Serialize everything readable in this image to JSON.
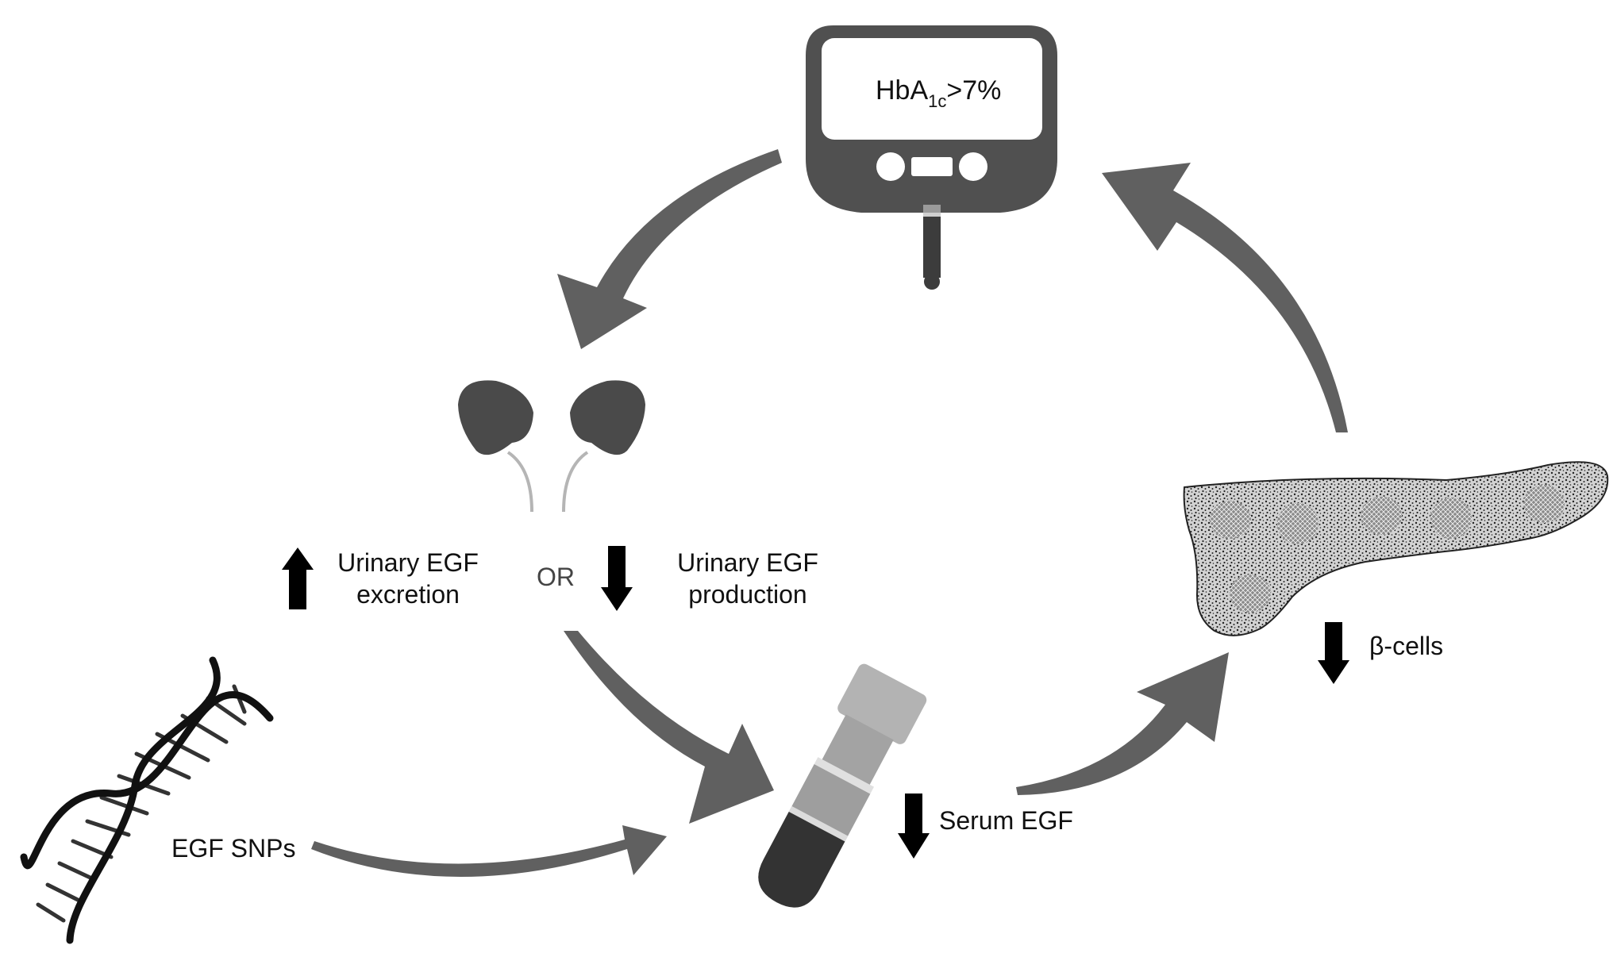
{
  "meter": {
    "label_main": "HbA",
    "label_sub": "1c",
    "label_rest": ">7%"
  },
  "kidney": {
    "excretion_line1": "Urinary EGF",
    "excretion_line2": "excretion",
    "connector": "OR",
    "production_line1": "Urinary EGF",
    "production_line2": "production"
  },
  "pancreas": {
    "label": "β-cells"
  },
  "blood_tube": {
    "label": "Serum EGF"
  },
  "dna": {
    "label": "EGF SNPs"
  },
  "colors": {
    "cycle_arrow": "#606060",
    "organ_dark": "#4a4a4a",
    "meter_body": "#505050",
    "tube_cap": "#b3b3b3",
    "tube_body": "#9e9e9e",
    "tube_blood": "#333333",
    "pancreas_fill": "#c8c8c8",
    "indicator_arrow": "#000000"
  }
}
